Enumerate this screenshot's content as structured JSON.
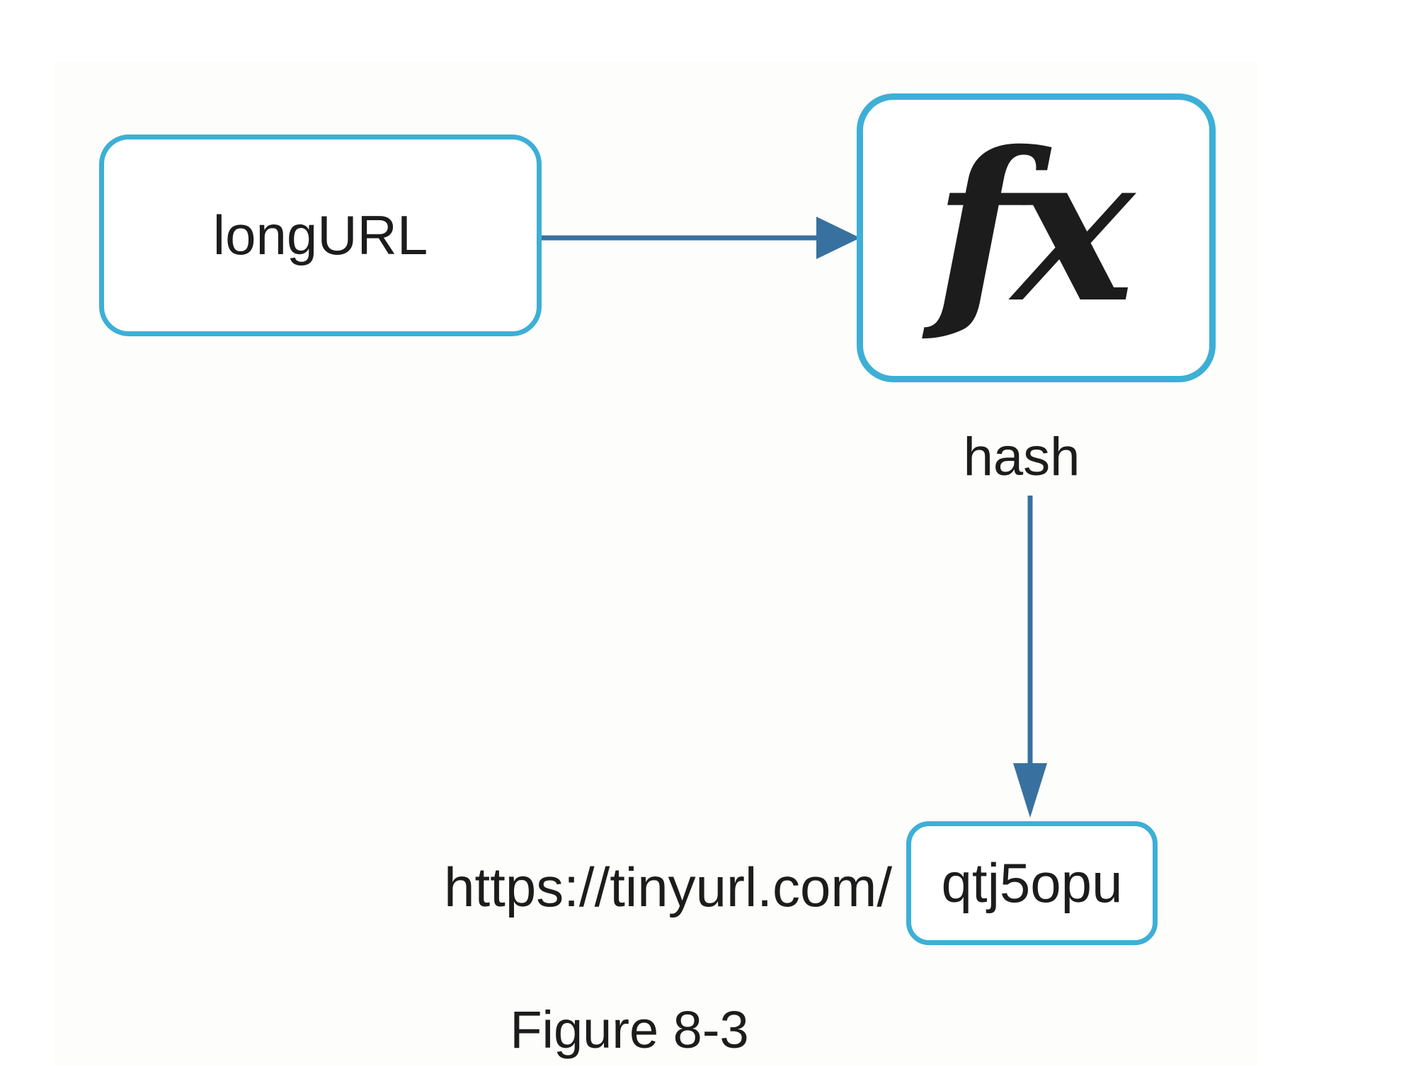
{
  "figure": {
    "caption": "Figure 8-3",
    "nodes": {
      "long_url": {
        "label": "longURL"
      },
      "hash_function": {
        "symbol": "fx"
      },
      "hash_output_label": "hash",
      "short_url": {
        "prefix": "https://tinyurl.com/",
        "hash_value": "qtj5opu"
      }
    }
  },
  "colors": {
    "accent": "#3dafd6",
    "arrow": "#38719f",
    "ink": "#1c1c1c",
    "panel": "#fdfdfb"
  }
}
